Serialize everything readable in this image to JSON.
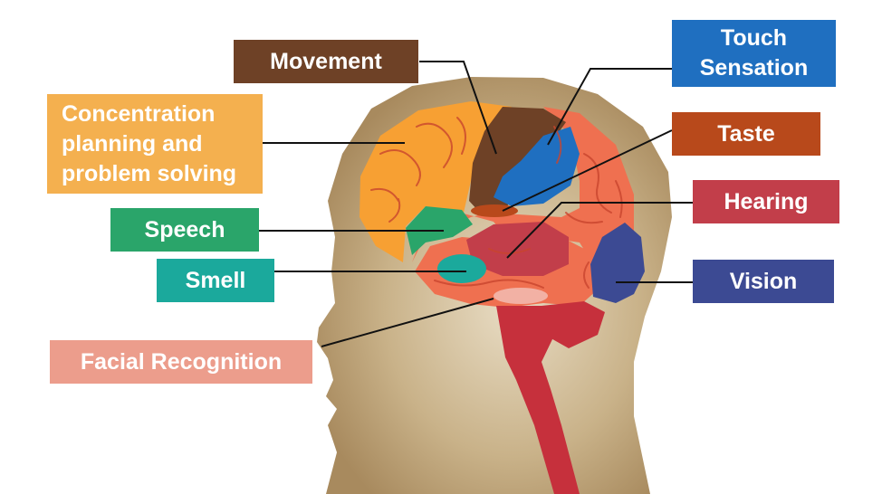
{
  "labels": {
    "movement": "Movement",
    "touch": "Touch\nSensation",
    "concentration": "Concentration\nplanning and\nproblem solving",
    "taste": "Taste",
    "speech": "Speech",
    "hearing": "Hearing",
    "smell": "Smell",
    "vision": "Vision",
    "facial": "Facial Recognition"
  },
  "colors": {
    "movement": "#6e4126",
    "touch": "#1f6fc0",
    "concentration": "#f4b04f",
    "taste": "#b8491b",
    "speech": "#2aa56a",
    "hearing": "#c23e4a",
    "smell": "#1ba99c",
    "vision": "#3c4a93",
    "facial": "#ec9d8c",
    "head": "#a88a5e",
    "cerebrum": "#ef7050",
    "frontal": "#f7a033",
    "brainstem": "#c6303c"
  }
}
